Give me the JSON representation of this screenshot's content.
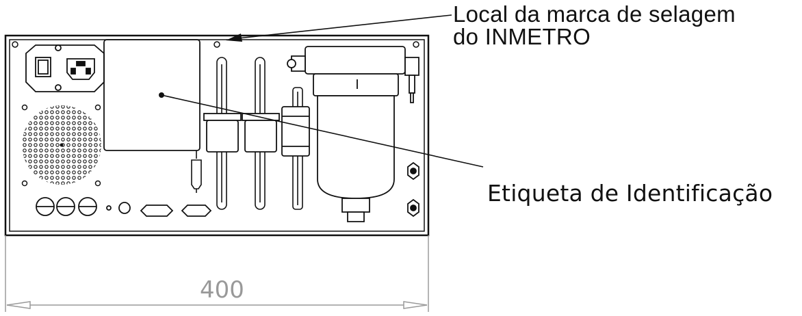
{
  "callouts": {
    "seal_line1": "Local da marca de selagem",
    "seal_line2": "do INMETRO",
    "identification": "Etiqueta de Identificação"
  },
  "dimension": {
    "width_value": "400"
  },
  "colors": {
    "stroke": "#111111",
    "dimension": "#9a9a9a",
    "background": "#ffffff"
  }
}
